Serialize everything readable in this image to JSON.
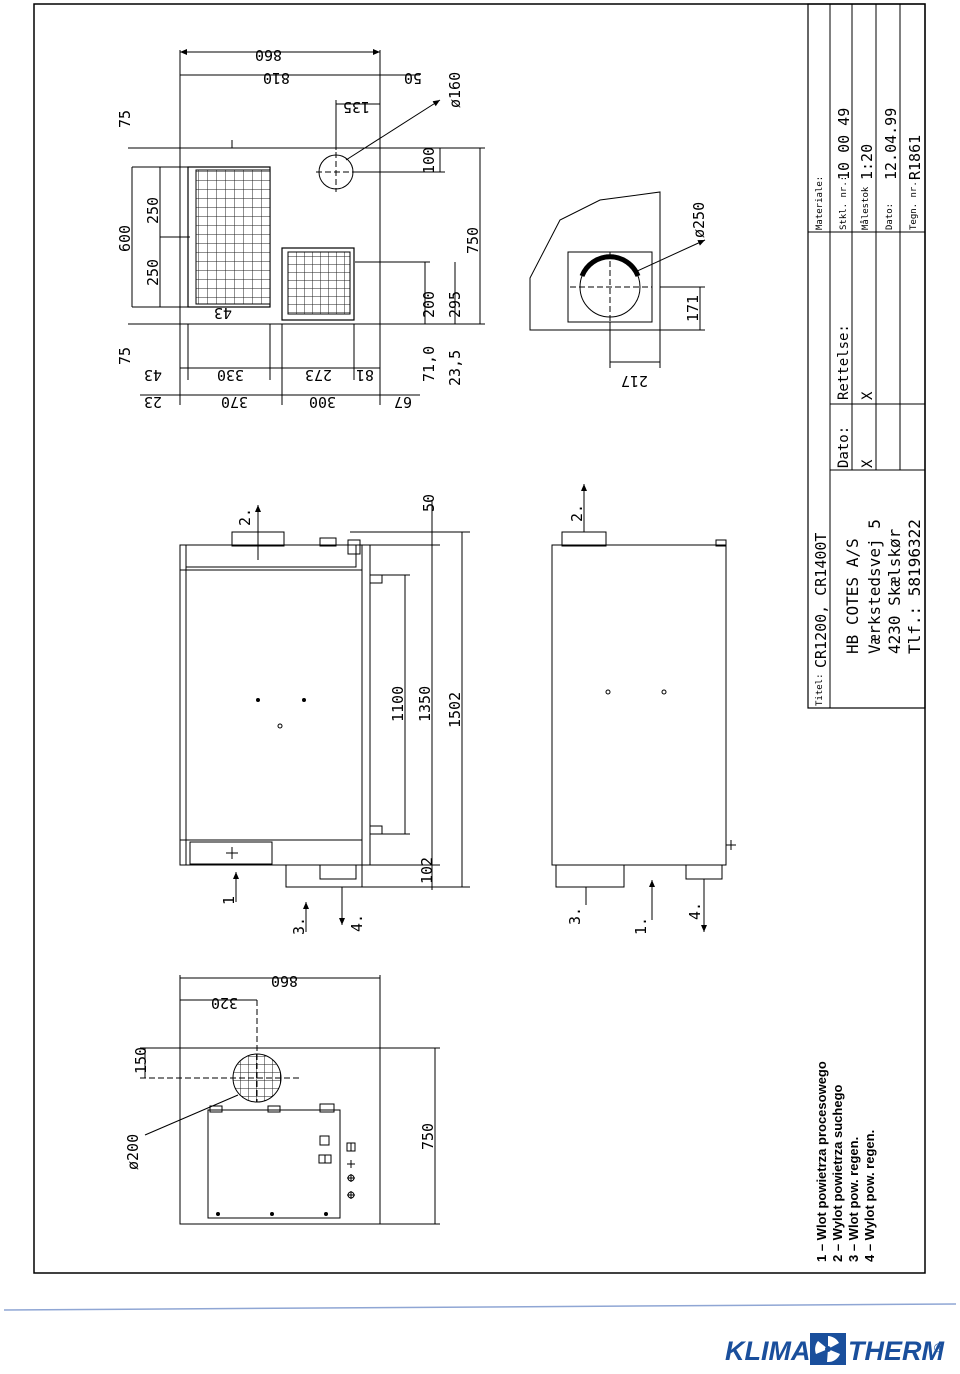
{
  "title_block": {
    "titel_label": "Titel:",
    "titel_value": "CR1200, CR1400T",
    "company": "HB COTES A/S",
    "street": "Værkstedsvej 5",
    "city": "4230   Skælskør",
    "phone": "Tlf.: 58196322",
    "dato_header": "Dato:",
    "rettelse_header": "Rettelse:",
    "dato_x": "X",
    "rettelse_x": "X",
    "materiale_label": "Materiale:",
    "stkl_label": "Stkl. nr.:",
    "stkl_value": "10 00 49",
    "malestok_label": "Målestok",
    "malestok_value": "1:20",
    "dato_label": "Dato:",
    "dato_value": "12.04.99",
    "tegn_label": "Tegn. nr.:",
    "tegn_value": "R1861"
  },
  "top_view": {
    "dim_860": "860",
    "dim_810": "810",
    "dim_50": "50",
    "dim_d160": "ø160",
    "dim_135": "135",
    "dim_100": "100",
    "dim_75a": "75",
    "dim_600": "600",
    "dim_250a": "250",
    "dim_250b": "250",
    "dim_750": "750",
    "dim_200": "200",
    "dim_295": "295",
    "dim_43": "43",
    "dim_75b": "75",
    "dim_43b": "43",
    "dim_330": "330",
    "dim_273": "273",
    "dim_81": "81",
    "dim_710": "71,0",
    "dim_235": "23,5",
    "dim_23": "23",
    "dim_370": "370",
    "dim_300": "300",
    "dim_67": "67"
  },
  "side_view": {
    "dim_d250": "ø250",
    "dim_171": "171",
    "dim_217": "217"
  },
  "front_view": {
    "label_2a": "2.",
    "dim_50": "50",
    "dim_1100": "1100",
    "dim_1350": "1350",
    "dim_1502": "1502",
    "dim_102": "102",
    "label_1": "1",
    "label_3": "3.",
    "label_4": "4."
  },
  "rear_view": {
    "label_2": "2.",
    "label_3": "3.",
    "label_1": "1.",
    "label_4": "4."
  },
  "bottom_view": {
    "dim_860": "860",
    "dim_320": "320",
    "dim_150": "150",
    "dim_d200": "ø200",
    "dim_750": "750"
  },
  "legend": [
    "1 – Wlot powietrza procesowego",
    "2 – Wylot powietrza suchego",
    "3 – Wlot pow. regen.",
    "4 – Wylot pow. regen."
  ],
  "logo": {
    "left": "KLIMA",
    "right": "THERM",
    "mark": "®",
    "color": "#1a4f9c"
  }
}
